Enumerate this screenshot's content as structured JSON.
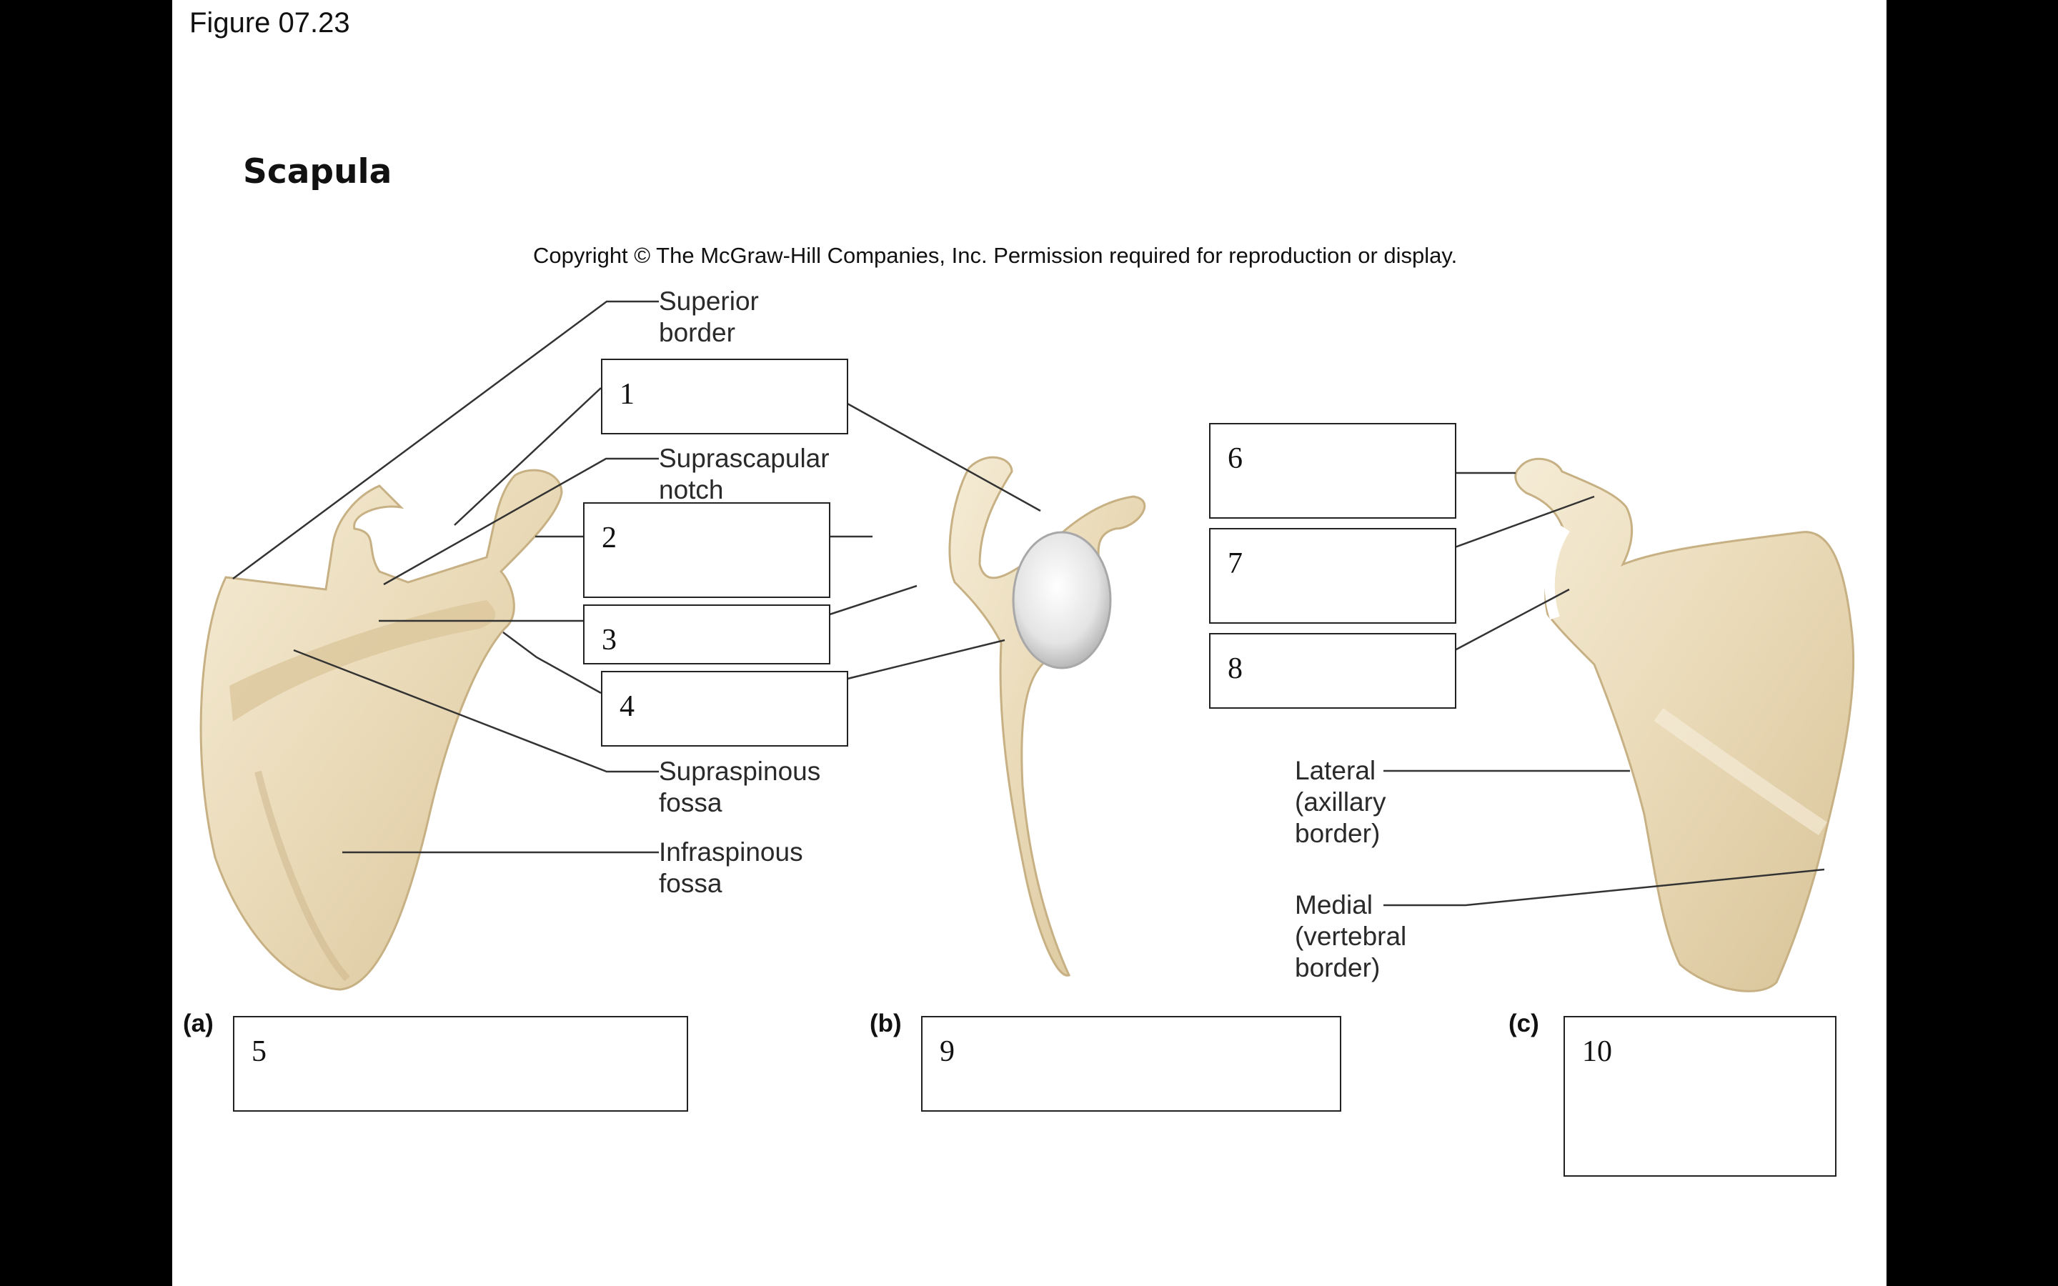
{
  "slide": {
    "figure_number": "Figure 07.23",
    "title": "Scapula",
    "copyright": "Copyright © The McGraw-Hill Companies, Inc. Permission required for reproduction or display."
  },
  "labels": {
    "superior_border": "Superior\nborder",
    "suprascapular_notch": "Suprascapular\nnotch",
    "supraspinous_fossa": "Supraspinous\nfossa",
    "infraspinous_fossa": "Infraspinous\nfossa",
    "lateral_border": "Lateral\n(axillary\nborder)",
    "medial_border": "Medial\n(vertebral\nborder)"
  },
  "panels": {
    "a": "(a)",
    "b": "(b)",
    "c": "(c)"
  },
  "boxes": [
    {
      "id": "1",
      "value": ""
    },
    {
      "id": "2",
      "value": ""
    },
    {
      "id": "3",
      "value": ""
    },
    {
      "id": "4",
      "value": ""
    },
    {
      "id": "5",
      "value": ""
    },
    {
      "id": "6",
      "value": ""
    },
    {
      "id": "7",
      "value": ""
    },
    {
      "id": "8",
      "value": ""
    },
    {
      "id": "9",
      "value": ""
    },
    {
      "id": "10",
      "value": ""
    }
  ],
  "colors": {
    "bone": "#eadcbc",
    "bone_shadow": "#cdb98f",
    "bone_highlight": "#f6efdd",
    "leader_line": "#333333",
    "background": "#000000"
  }
}
